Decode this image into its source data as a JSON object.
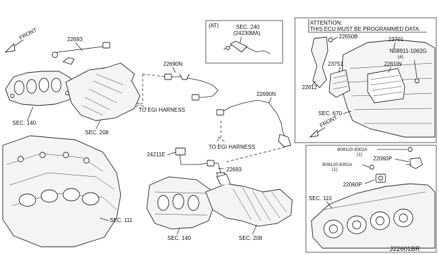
{
  "labels": {
    "front_left": "FRONT",
    "p22693_top": "22693",
    "sec140_left": "SEC. 140",
    "sec208_left": "SEC. 208",
    "p22690n_top": "22690N",
    "to_egi_1": "TO EGI HARNESS",
    "p22690n_mid": "22690N",
    "to_egi_2": "TO EGI HARNESS",
    "p24211e": "24211E",
    "p22693_mid": "22693",
    "sec111": "SEC. 111",
    "sec140_bottom": "SEC. 140",
    "sec208_bottom": "SEC. 208"
  },
  "at_box": {
    "tag": "(AT)",
    "sec": "SEC. 240",
    "sub": "(24230MA)"
  },
  "ecu_box": {
    "attention_title": "ATTENTION:",
    "attention_text": "THIS ECU MUST BE PROGRAMMED DATA.",
    "p22650b": "22650B",
    "p23701": "23701",
    "p08911": "N08911-1062G",
    "p08911_qty": "(4)",
    "p23751": "23751",
    "p2261in": "2261IN",
    "p22612": "22612",
    "sec670": "SEC. 670",
    "front": "FRONT"
  },
  "sensor_box": {
    "bolt1": "B08120-8301A",
    "bolt1_qty": "(1)",
    "p22060p_1": "22060P",
    "bolt2": "B08120-8301A",
    "bolt2_qty": "(1)",
    "p22060p_2": "22060P",
    "sec110": "SEC. 110"
  },
  "diagram_code": "J22601BR"
}
